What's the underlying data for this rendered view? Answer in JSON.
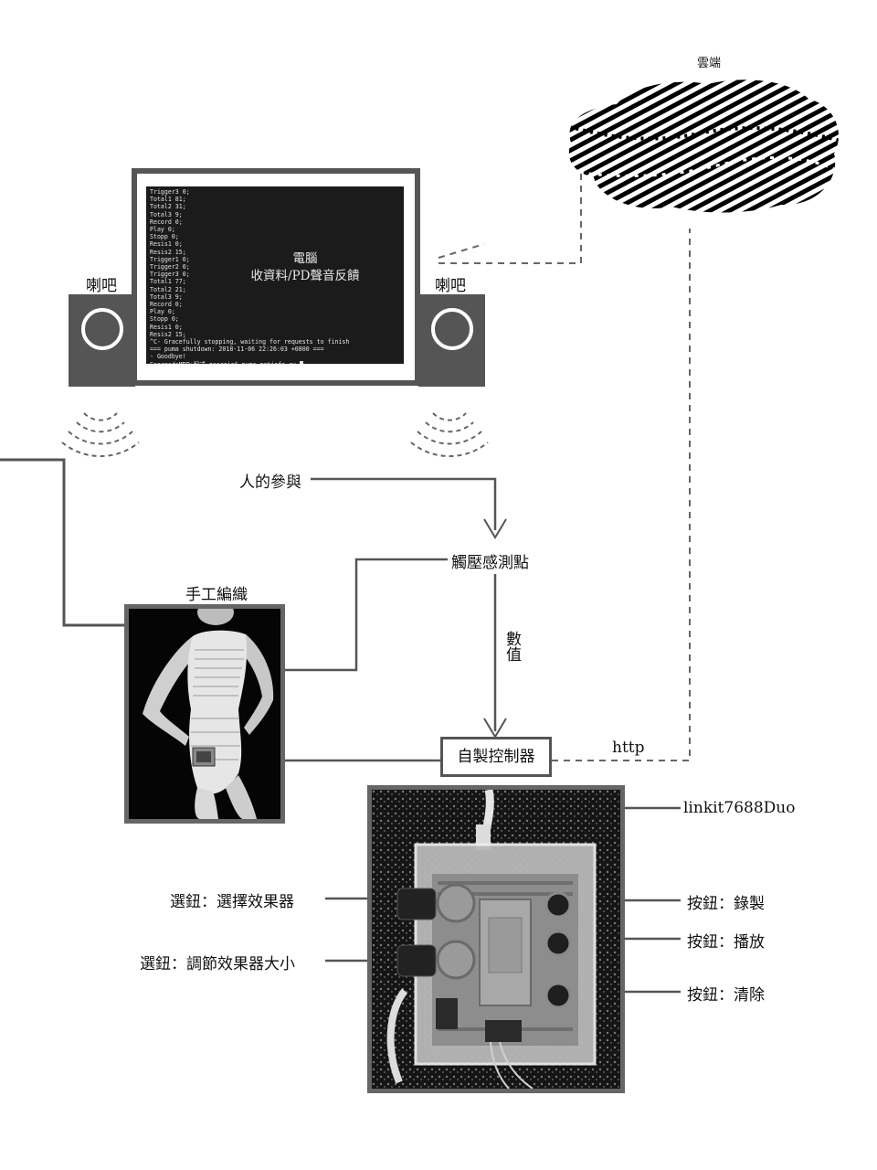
{
  "labels": {
    "cloud": "雲端",
    "speaker_left": "喇吧",
    "speaker_right": "喇吧",
    "computer_line1": "電腦",
    "computer_line2": "收資料/PD聲音反饋",
    "human_participation": "人的參與",
    "pressure_sensor": "觸壓感測點",
    "handknit": "手工編織",
    "value": "數值",
    "controller": "自製控制器",
    "http": "http",
    "board": "linkit7688Duo",
    "knob_select": "選鈕：選擇效果器",
    "knob_adjust": "選鈕：調節效果器大小",
    "button_record": "按鈕：錄製",
    "button_play": "按鈕：播放",
    "button_clear": "按鈕：清除"
  },
  "terminal": {
    "lines": [
      "Trigger3 0;",
      "Total1 81;",
      "Total2 31;",
      "Total3 9;",
      "Record 0;",
      "Play 0;",
      "Stopp 0;",
      "Resis1 0;",
      "Resis2 15;",
      "Trigger1 0;",
      "Trigger2 0;",
      "Trigger3 0;",
      "Total1 77;",
      "Total2 21;",
      "Total3 9;",
      "Record 0;",
      "Play 0;",
      "Stopp 0;",
      "Resis1 0;",
      "Resis2 15;",
      "^C- Gracefully stopping, waiting for requests to finish",
      "=== puma shutdown: 2018-11-06 22:26:03 +0800 ===",
      "- Goodbye!",
      "GeorgedeMBP:程式 georgia$ puma getinfo.ru"
    ]
  },
  "colors": {
    "line": "#555555",
    "dashed": "#666666",
    "frame": "#555555"
  }
}
